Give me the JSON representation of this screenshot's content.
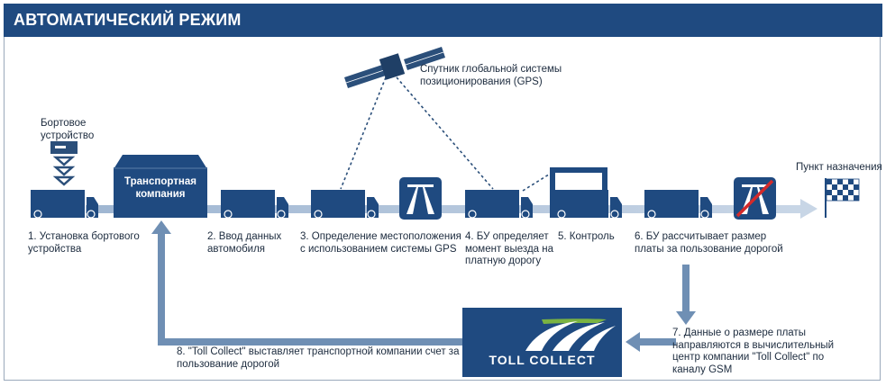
{
  "header": {
    "title": "АВТОМАТИЧЕСКИЙ РЕЖИМ"
  },
  "device_label": "Бортовое\nустройство",
  "transport_company": "Транспортная\nкомпания",
  "satellite_label": "Спутник глобальной системы\nпозиционирования (GPS)",
  "destination_label": "Пункт назначения",
  "steps": [
    {
      "text": "1. Установка бортового\nустройства"
    },
    {
      "text": "2. Ввод данных\nавтомобиля"
    },
    {
      "text": "3. Определение местоположения\nс использованием системы GPS"
    },
    {
      "text": "4. БУ определяет\nмомент выезда на\nплатную дорогу"
    },
    {
      "text": "5. Контроль"
    },
    {
      "text": "6. БУ рассчитывает размер\nплаты за пользование дорогой"
    },
    {
      "text": "7. Данные о размере платы\nнаправляются в вычислительный\nцентр компании \"Toll Collect\" по\nканалу GSM"
    },
    {
      "text": "8. \"Toll Collect\" выставляет транспортной компании счет за\nпользование дорогой"
    }
  ],
  "logo": {
    "text": "TOLL COLLECT"
  },
  "colors": {
    "brand": "#1f4a80",
    "arrow": "#6f8fb4",
    "arrow_light": "#b9cbe0",
    "no_entry": "#d42a2a"
  }
}
